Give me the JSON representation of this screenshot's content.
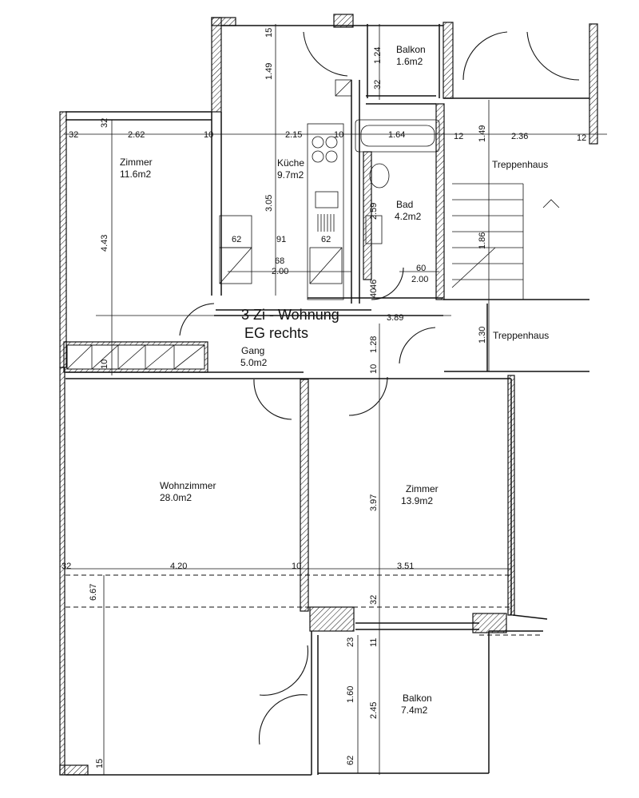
{
  "title": {
    "line1": "3 Zi - Wohnung",
    "line2": "EG rechts"
  },
  "rooms": {
    "zimmer_left": {
      "name": "Zimmer",
      "area": "11.6m2"
    },
    "kueche": {
      "name": "Küche",
      "area": "9.7m2"
    },
    "bad": {
      "name": "Bad",
      "area": "4.2m2"
    },
    "balkon_top": {
      "name": "Balkon",
      "area": "1.6m2"
    },
    "treppenhaus_top": {
      "name": "Treppenhaus"
    },
    "treppenhaus_mid": {
      "name": "Treppenhaus"
    },
    "gang": {
      "name": "Gang",
      "area": "5.0m2"
    },
    "wohnzimmer": {
      "name": "Wohnzimmer",
      "area": "28.0m2"
    },
    "zimmer_right": {
      "name": "Zimmer",
      "area": "13.9m2"
    },
    "balkon_bottom": {
      "name": "Balkon",
      "area": "7.4m2"
    }
  },
  "dims": {
    "d32a": "32",
    "d262": "2.62",
    "d10a": "10",
    "d215": "2.15",
    "d10b": "10",
    "d164": "1.64",
    "d12a": "12",
    "d236": "2.36",
    "d12b": "12",
    "d32b": "32",
    "d15a": "15",
    "d149a": "1.49",
    "d124": "1.24",
    "d32c": "32",
    "d149b": "1.49",
    "d443": "4.43",
    "d305": "3.05",
    "d259": "2.59",
    "d186": "1.86",
    "d62a": "62",
    "d91": "91",
    "d62b": "62",
    "d68": "68",
    "d200a": "2.00",
    "d46": "46",
    "d40": "40",
    "d60": "60",
    "d200b": "2.00",
    "d389": "3.89",
    "d130": "1.30",
    "d128": "1.28",
    "d10c": "10",
    "d10d": "10",
    "d397": "3.97",
    "d32d": "32",
    "d420": "4.20",
    "d10e": "10",
    "d351": "3.51",
    "d667": "6.67",
    "d32e": "32",
    "d23": "23",
    "d11": "11",
    "d160": "1.60",
    "d245": "2.45",
    "d62c": "62",
    "d15b": "15"
  }
}
